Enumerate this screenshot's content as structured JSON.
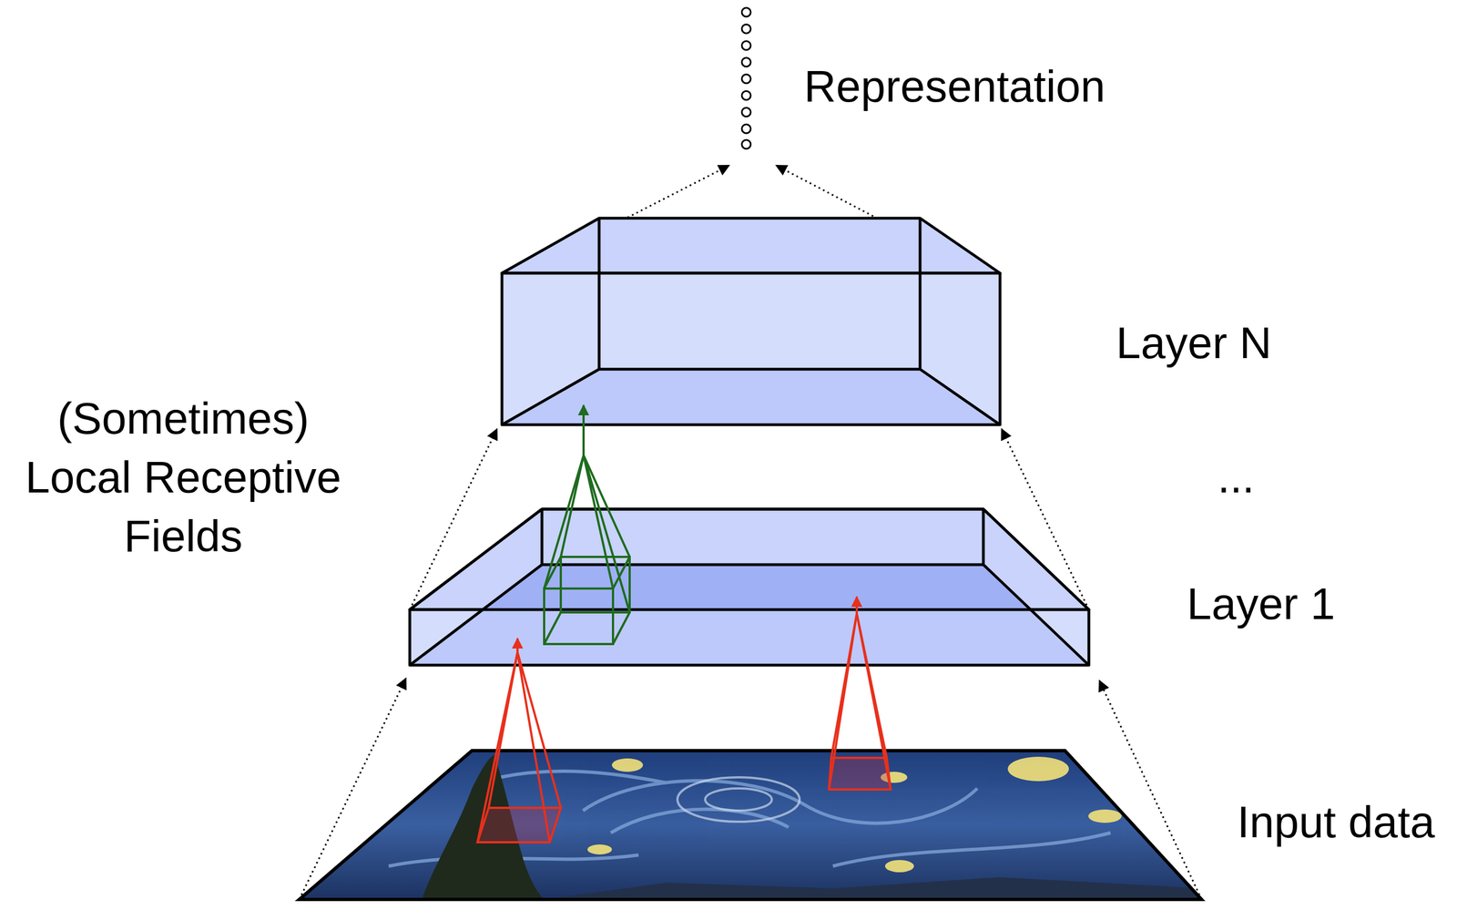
{
  "diagram": {
    "labels": [
      "Representation",
      "Layer N",
      "...",
      "Layer 1",
      "Input data",
      "(Sometimes) Local Receptive Fields"
    ]
  }
}
